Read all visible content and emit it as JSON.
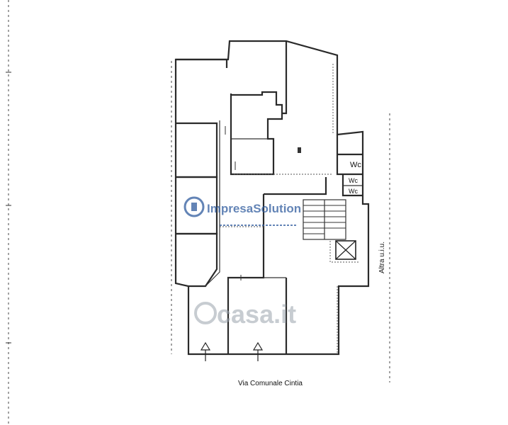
{
  "plan": {
    "rooms": {
      "wc_1": "Wc",
      "wc_2": "Wc",
      "wc_3": "Wc"
    },
    "side_label": "Altra u.i.u.",
    "street_label": "Via Comunale Cintia"
  },
  "watermarks": {
    "agency_name": "ImpresaSolution",
    "portal_name": "casa.it"
  },
  "colors": {
    "ink": "#2a2a2a",
    "paper": "#ffffff",
    "watermark_blue": "#2f5c9e",
    "watermark_grey": "#9aa3ad"
  }
}
